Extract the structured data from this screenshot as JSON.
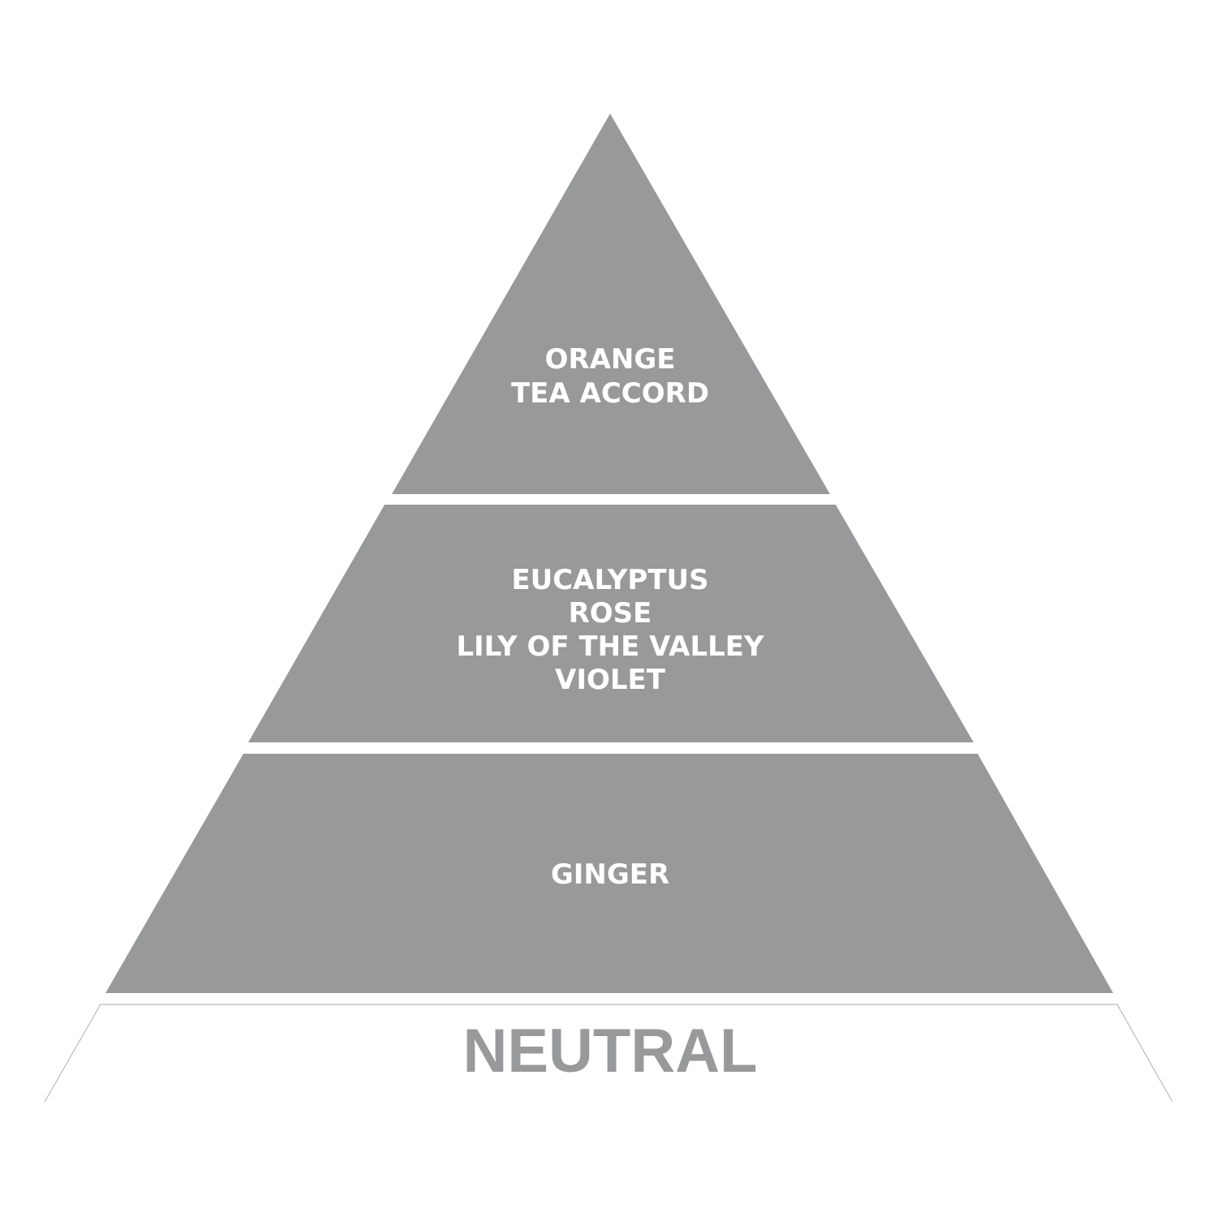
{
  "colors": {
    "tier_fill": "#98999b",
    "note_text": "#ffffff",
    "base_label": "#98999b",
    "base_outline": "#b8b9bb",
    "background": "#ffffff"
  },
  "pyramid": {
    "top_notes": [
      "ORANGE",
      "TEA ACCORD"
    ],
    "heart_notes": [
      "EUCALYPTUS",
      "ROSE",
      "LILY OF THE VALLEY",
      "VIOLET"
    ],
    "base_notes": [
      "GINGER"
    ]
  },
  "base": {
    "label": "NEUTRAL"
  }
}
